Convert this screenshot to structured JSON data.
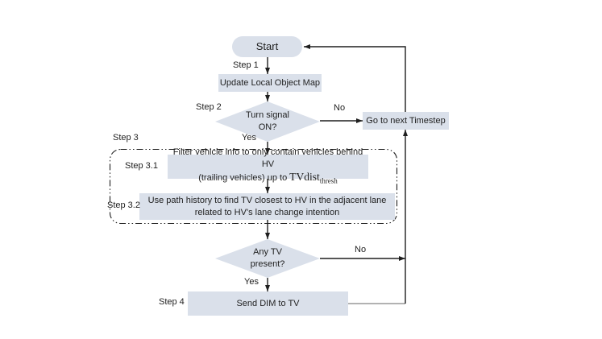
{
  "nodes": {
    "start": {
      "label": "Start"
    },
    "update_map": {
      "label": "Update Local Object Map"
    },
    "turn_signal": {
      "line1": "Turn signal",
      "line2": "ON?"
    },
    "next_timestep": {
      "label": "Go to next Timestep"
    },
    "filter_box": {
      "line1": "Filter vehicle info to only contain vehicles behind HV",
      "line2_prefix": "(trailing vehicles) up to ",
      "formula_base": "TVdist",
      "formula_sub": "thresh"
    },
    "path_history": {
      "label": "Use path history to find TV closest to HV in the adjacent lane related to HV's lane change intention"
    },
    "any_tv": {
      "line1": "Any TV",
      "line2": "present?"
    },
    "send_dim": {
      "label": "Send DIM to TV"
    }
  },
  "labels": {
    "step1": "Step 1",
    "step2": "Step 2",
    "step3": "Step 3",
    "step3_1": "Step 3.1",
    "step3_2": "Step 3.2",
    "step4": "Step 4",
    "no_top": "No",
    "yes_top": "Yes",
    "no_bottom": "No",
    "yes_bottom": "Yes"
  },
  "colors": {
    "node_fill": "#dae0ea",
    "ink": "#1f1f1f",
    "wire": "#1f1f1f",
    "wire_gray": "#999999"
  }
}
